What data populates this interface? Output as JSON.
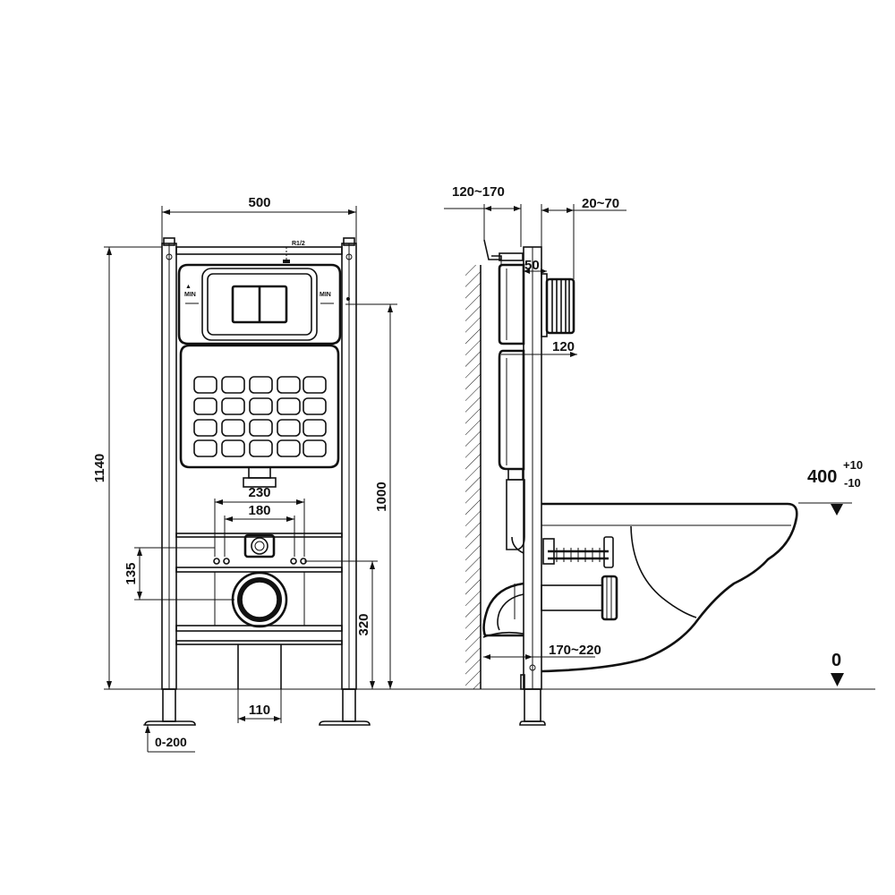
{
  "front_view": {
    "width_label": "500",
    "height_label": "1140",
    "button_height_label": "1000",
    "inlet_spacing_outer_label": "230",
    "inlet_spacing_inner_label": "180",
    "inlet_height_label": "135",
    "outlet_height_label": "320",
    "outlet_width_label": "110",
    "foot_adjust_label": "0-200",
    "water_inlet_label": "R1/2"
  },
  "side_view": {
    "wall_depth_label": "120~170",
    "panel_thickness_label": "20~70",
    "depth_label": "50",
    "flush_width_label": "120",
    "foot_depth_label": "170~220",
    "seat_height_label": "400",
    "seat_tolerance_plus": "+10",
    "seat_tolerance_minus": "-10",
    "floor_level_label": "0"
  }
}
